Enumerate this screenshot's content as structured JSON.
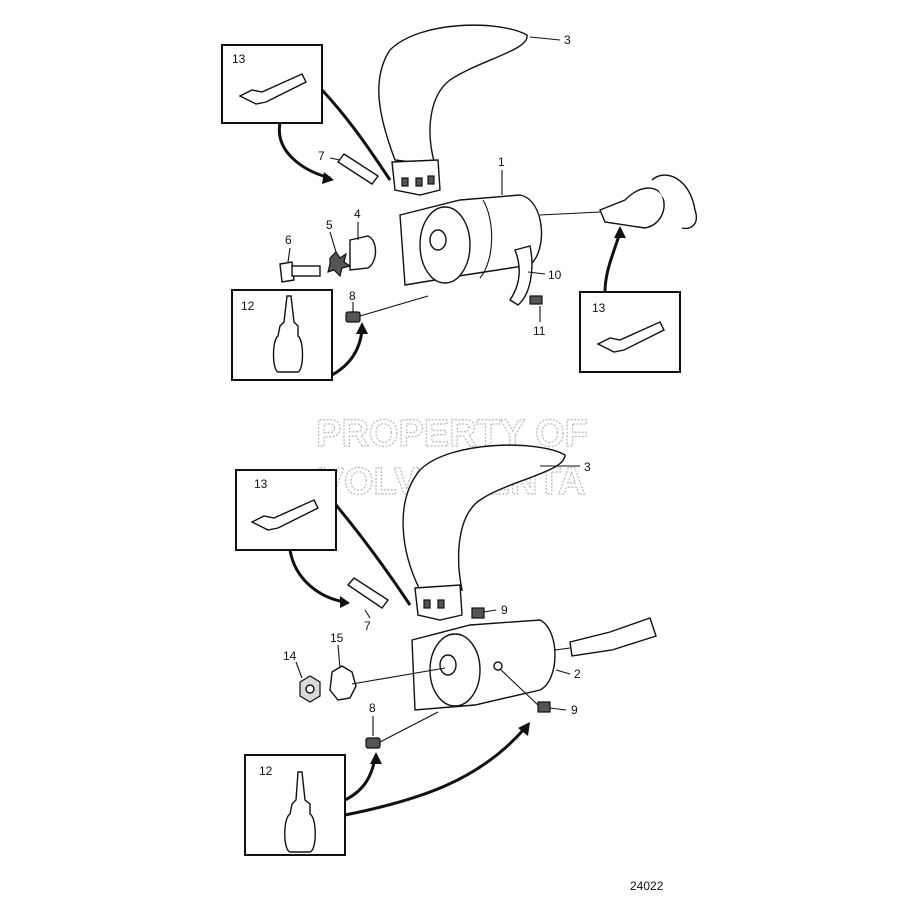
{
  "watermark": {
    "line1": "PROPERTY OF",
    "line2": "VOLVO PENTA"
  },
  "diagram_number": "24022",
  "top_assembly": {
    "callouts": {
      "c1": "1",
      "c3": "3",
      "c4": "4",
      "c5": "5",
      "c6": "6",
      "c7": "7",
      "c8": "8",
      "c10": "10",
      "c11": "11",
      "box_tube_left": "13",
      "box_bottle": "12",
      "box_tube_right": "13"
    }
  },
  "bottom_assembly": {
    "callouts": {
      "c2": "2",
      "c3": "3",
      "c7": "7",
      "c8": "8",
      "c9a": "9",
      "c9b": "9",
      "c14": "14",
      "c15": "15",
      "box_tube": "13",
      "box_bottle": "12"
    }
  }
}
